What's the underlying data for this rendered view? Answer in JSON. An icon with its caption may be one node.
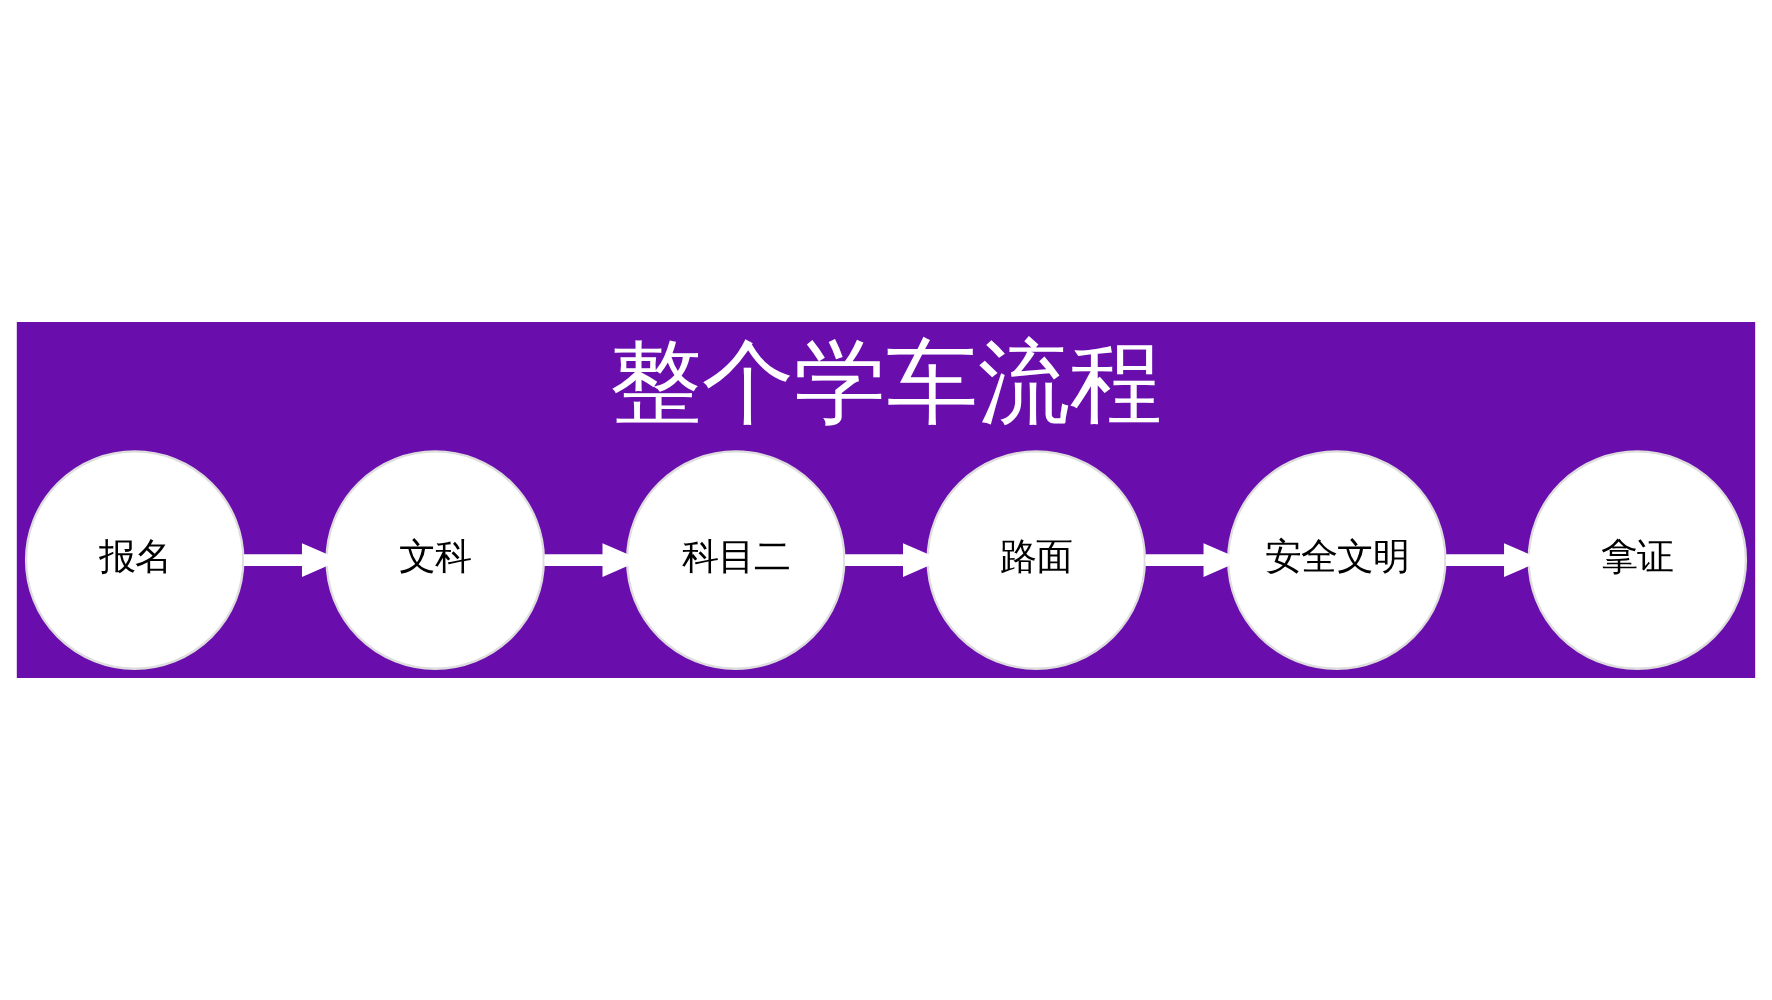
{
  "diagram": {
    "title": "整个学车流程",
    "nodes": [
      {
        "text": [
          "报名"
        ]
      },
      {
        "text": [
          "文科"
        ]
      },
      {
        "text": [
          "科目二"
        ]
      },
      {
        "text": [
          "路面"
        ]
      },
      {
        "text": [
          "安全文明"
        ]
      },
      {
        "text": [
          "拿证"
        ]
      }
    ],
    "edges": [
      {
        "from": 0,
        "to": 1,
        "arrow": "to"
      },
      {
        "from": 1,
        "to": 2,
        "arrow": "to"
      },
      {
        "from": 2,
        "to": 3,
        "arrow": "to"
      },
      {
        "from": 3,
        "to": 4,
        "arrow": "to"
      },
      {
        "from": 4,
        "to": 5,
        "arrow": "to"
      }
    ]
  }
}
